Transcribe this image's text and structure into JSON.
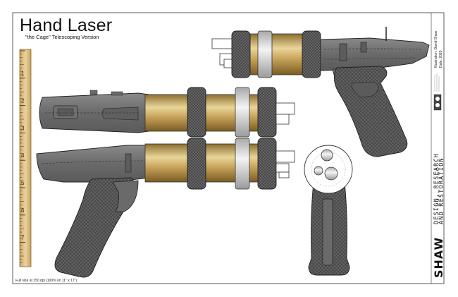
{
  "header": {
    "title": "Hand Laser",
    "subtitle": "\"the Cage\" Telescoping Version"
  },
  "footer": {
    "note": "Full size at 150 dpi (100% on 11\" x 17\")"
  },
  "title_block": {
    "credit_line_1": "Illustration: David Shaw",
    "credit_line_2": "Date: 2020",
    "logo_word": "SHAW",
    "company_line_1": "DESIGN, RESEARCH",
    "company_line_2": "AND RESTORATION"
  },
  "ruler": {
    "numbers": [
      "1",
      "2",
      "3",
      "4",
      "5",
      "6",
      "7"
    ],
    "unit": "inches"
  },
  "views": [
    "top-right-side-view",
    "top-plan-view",
    "left-side-view",
    "rear-view"
  ],
  "colors": {
    "gray_body": "#6e6e6e",
    "dark_outline": "#1e1e1e",
    "brass": "#c9a55c",
    "silver_ring": "#d9d9d9",
    "grip_dark": "#5a5a5a",
    "ruler_wood": "#e3c98d"
  }
}
